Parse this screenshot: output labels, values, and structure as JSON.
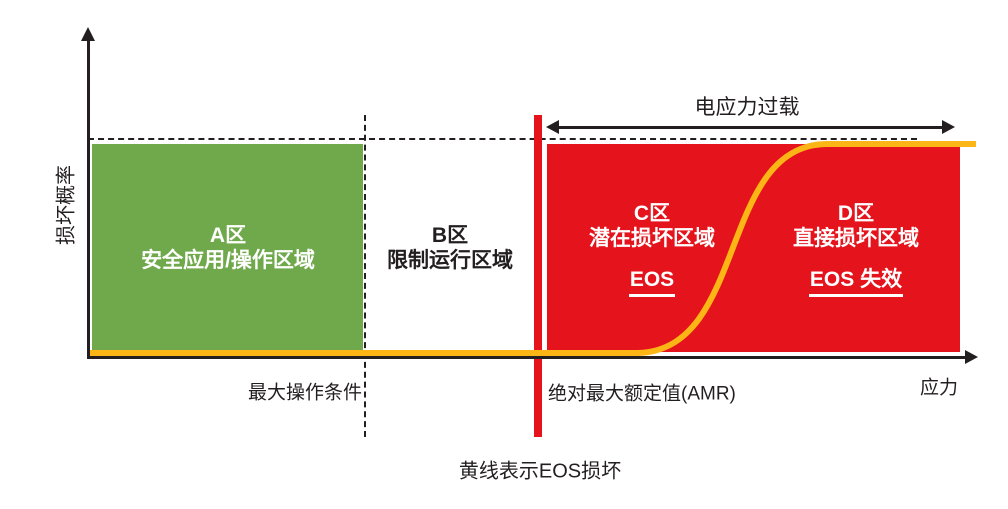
{
  "colors": {
    "green": "#6FA94B",
    "red": "#E4131C",
    "yellow": "#FBB616",
    "ink": "#231F20"
  },
  "axes": {
    "y_label": "损坏概率",
    "x_label": "应力"
  },
  "zones": [
    {
      "title": "A区",
      "desc": "安全应用/操作区域"
    },
    {
      "title": "B区",
      "desc": "限制运行区域"
    },
    {
      "title": "C区",
      "desc": "潜在损坏区域",
      "eos": "EOS"
    },
    {
      "title": "D区",
      "desc": "直接损坏区域",
      "eos": "EOS 失效"
    }
  ],
  "markers": {
    "overload": "电应力过载",
    "max_operating": "最大操作条件",
    "amr": "绝对最大额定值(AMR)"
  },
  "caption": "黄线表示EOS损坏"
}
